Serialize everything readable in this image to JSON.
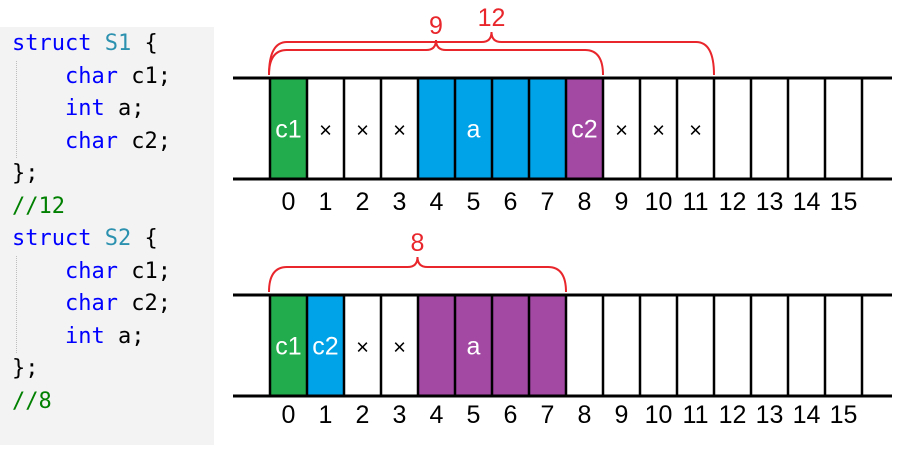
{
  "code": {
    "lines": [
      [
        {
          "t": "struct ",
          "c": "kw"
        },
        {
          "t": "S1",
          "c": "tn"
        },
        {
          "t": " {",
          "c": "pl"
        }
      ],
      [
        {
          "t": "    char",
          "c": "kw"
        },
        {
          "t": " c1;",
          "c": "pl"
        }
      ],
      [
        {
          "t": "    int",
          "c": "kw"
        },
        {
          "t": " a;",
          "c": "pl"
        }
      ],
      [
        {
          "t": "    char",
          "c": "kw"
        },
        {
          "t": " c2;",
          "c": "pl"
        }
      ],
      [
        {
          "t": "};",
          "c": "pl"
        }
      ],
      [
        {
          "t": "//12",
          "c": "cm"
        }
      ],
      [
        {
          "t": "struct ",
          "c": "kw"
        },
        {
          "t": "S2",
          "c": "tn"
        },
        {
          "t": " {",
          "c": "pl"
        }
      ],
      [
        {
          "t": "    char",
          "c": "kw"
        },
        {
          "t": " c1;",
          "c": "pl"
        }
      ],
      [
        {
          "t": "    char",
          "c": "kw"
        },
        {
          "t": " c2;",
          "c": "pl"
        }
      ],
      [
        {
          "t": "    int",
          "c": "kw"
        },
        {
          "t": " a;",
          "c": "pl"
        }
      ],
      [
        {
          "t": "};",
          "c": "pl"
        }
      ],
      [
        {
          "t": "//8",
          "c": "cm"
        }
      ]
    ]
  },
  "colors": {
    "green": "#22ac4d",
    "blue": "#00a2e8",
    "purple": "#a349a4",
    "bracket": "#e8262b"
  },
  "rows": [
    {
      "name": "S1",
      "cells": [
        {
          "index": "0",
          "fill": "green",
          "label": "c1"
        },
        {
          "index": "1",
          "fill": "",
          "label": "×"
        },
        {
          "index": "2",
          "fill": "",
          "label": "×"
        },
        {
          "index": "3",
          "fill": "",
          "label": "×"
        },
        {
          "index": "4",
          "fill": "blue",
          "label": ""
        },
        {
          "index": "5",
          "fill": "blue",
          "label": "a"
        },
        {
          "index": "6",
          "fill": "blue",
          "label": ""
        },
        {
          "index": "7",
          "fill": "blue",
          "label": ""
        },
        {
          "index": "8",
          "fill": "purple",
          "label": "c2"
        },
        {
          "index": "9",
          "fill": "",
          "label": "×"
        },
        {
          "index": "10",
          "fill": "",
          "label": "×"
        },
        {
          "index": "11",
          "fill": "",
          "label": "×"
        },
        {
          "index": "12",
          "fill": "",
          "label": ""
        },
        {
          "index": "13",
          "fill": "",
          "label": ""
        },
        {
          "index": "14",
          "fill": "",
          "label": ""
        },
        {
          "index": "15",
          "fill": "",
          "label": ""
        }
      ],
      "brackets": [
        {
          "label": "9",
          "start": 0,
          "end": 9
        },
        {
          "label": "12",
          "start": 0,
          "end": 12
        }
      ]
    },
    {
      "name": "S2",
      "cells": [
        {
          "index": "0",
          "fill": "green",
          "label": "c1"
        },
        {
          "index": "1",
          "fill": "blue",
          "label": "c2"
        },
        {
          "index": "2",
          "fill": "",
          "label": "×"
        },
        {
          "index": "3",
          "fill": "",
          "label": "×"
        },
        {
          "index": "4",
          "fill": "purple",
          "label": ""
        },
        {
          "index": "5",
          "fill": "purple",
          "label": "a"
        },
        {
          "index": "6",
          "fill": "purple",
          "label": ""
        },
        {
          "index": "7",
          "fill": "purple",
          "label": ""
        },
        {
          "index": "8",
          "fill": "",
          "label": ""
        },
        {
          "index": "9",
          "fill": "",
          "label": ""
        },
        {
          "index": "10",
          "fill": "",
          "label": ""
        },
        {
          "index": "11",
          "fill": "",
          "label": ""
        },
        {
          "index": "12",
          "fill": "",
          "label": ""
        },
        {
          "index": "13",
          "fill": "",
          "label": ""
        },
        {
          "index": "14",
          "fill": "",
          "label": ""
        },
        {
          "index": "15",
          "fill": "",
          "label": ""
        }
      ],
      "brackets": [
        {
          "label": "8",
          "start": 0,
          "end": 8
        }
      ]
    }
  ]
}
